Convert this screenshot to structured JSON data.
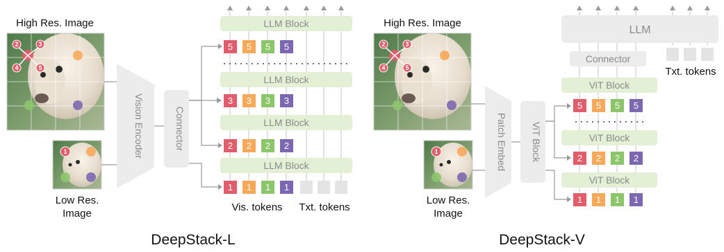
{
  "left": {
    "caption": "DeepStack-L",
    "high_res_label": "High Res. Image",
    "low_res_label_line1": "Low Res.",
    "low_res_label_line2": "Image",
    "vision_encoder": "Vision Encoder",
    "connector": "Connector",
    "llm_block": "LLM Block",
    "vis_tokens": "Vis. tokens",
    "txt_tokens": "Txt. tokens",
    "token_rows": [
      [
        "5",
        "5",
        "5",
        "5"
      ],
      [
        "3",
        "3",
        "3",
        "3"
      ],
      [
        "2",
        "2",
        "2",
        "2"
      ],
      [
        "1",
        "1",
        "1",
        "1"
      ]
    ],
    "image_markers": [
      "2",
      "3",
      "4",
      "5"
    ],
    "low_marker": "1"
  },
  "right": {
    "caption": "DeepStack-V",
    "high_res_label": "High Res. Image",
    "low_res_label_line1": "Low Res.",
    "low_res_label_line2": "Image",
    "patch_embed": "Patch Embed",
    "vit_block": "ViT Block",
    "vit_block_row": "ViT Block",
    "connector": "Connector",
    "llm": "LLM",
    "txt_tokens": "Txt. tokens",
    "token_rows": [
      [
        "5",
        "5",
        "5",
        "5"
      ],
      [
        "2",
        "2",
        "2",
        "2"
      ],
      [
        "1",
        "1",
        "1",
        "1"
      ]
    ],
    "image_markers": [
      "2",
      "3",
      "4",
      "5"
    ],
    "low_marker": "1"
  },
  "colors": {
    "red": "#e15d6b",
    "orange": "#f7a95a",
    "green": "#8cc66b",
    "purple": "#7b68b0",
    "block_green": "#e3f0d6",
    "block_gray": "#ececec",
    "line": "#9a9a9a"
  }
}
